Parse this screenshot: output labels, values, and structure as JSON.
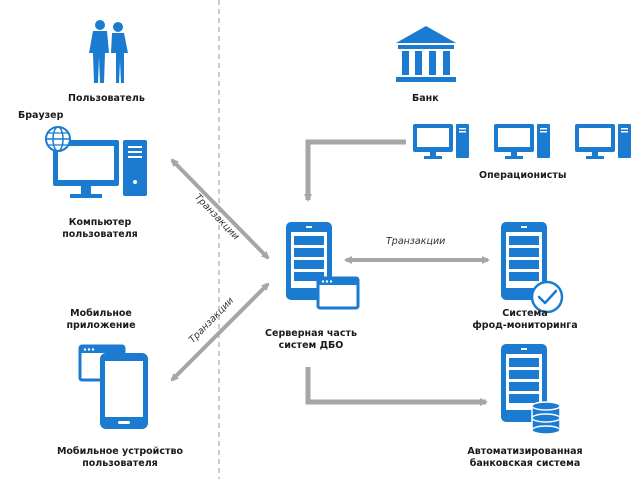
{
  "labels": {
    "user": "Пользователь",
    "bank": "Банк",
    "browser": "Браузер",
    "computer_line1": "Компьютер",
    "computer_line2": "пользователя",
    "operators": "Операционисты",
    "mobile_app_line1": "Мобильное",
    "mobile_app_line2": "приложение",
    "server_line1": "Серверная часть",
    "server_line2": "систем ДБО",
    "fraud_line1": "Система",
    "fraud_line2": "фрод-мониторинга",
    "mobile_device_line1": "Мобильное устройство",
    "mobile_device_line2": "пользователя",
    "abs_line1": "Автоматизированная",
    "abs_line2": "банковская система"
  },
  "edges": {
    "computer_server": "Транзакции",
    "mobile_server": "Транзакции",
    "server_fraud": "Транзакции"
  },
  "colors": {
    "accent": "#1a7bd0",
    "arrow": "#a6a6a6",
    "divider": "#9a9a9a"
  }
}
